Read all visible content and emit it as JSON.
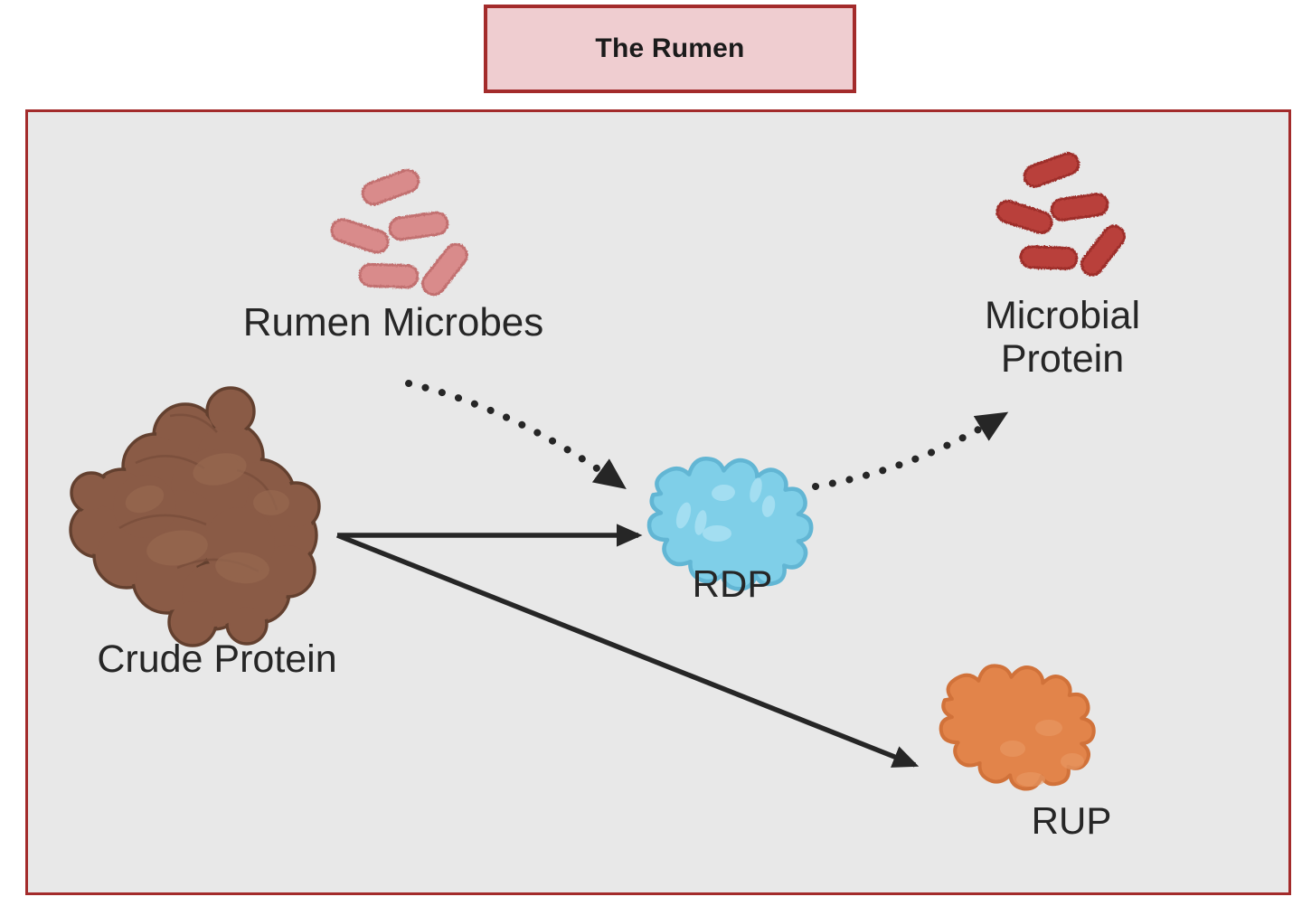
{
  "title": {
    "text": "The Rumen"
  },
  "panel": {
    "name": "rumen-compartment",
    "background_color": "#e8e8e8",
    "border_color": "#a32b2b"
  },
  "colors": {
    "title_fill": "#efcdd0",
    "title_border": "#a32b2b",
    "panel_fill": "#e8e8e8",
    "panel_border": "#a32b2b",
    "rumen_microbes": "#d98b8b",
    "rumen_microbes_outline": "#c06b6b",
    "microbial_protein": "#b93b36",
    "microbial_protein_outline": "#a32b2b",
    "crude_protein": "#8a5c46",
    "crude_protein_outline": "#6b4534",
    "rdp": "#7fcfe8",
    "rdp_outline": "#62b6d4",
    "rup": "#e2844a",
    "rup_outline": "#cf7038",
    "arrow": "#262626",
    "label_text": "#262626"
  },
  "nodes": [
    {
      "id": "rumen-microbes",
      "label": "Rumen Microbes",
      "icon": "bacteria-rods-icon",
      "color": "#d98b8b",
      "rod_count": 5
    },
    {
      "id": "crude-protein",
      "label": "Crude Protein",
      "icon": "protein-mass-icon",
      "color": "#8a5c46"
    },
    {
      "id": "rdp",
      "label": "RDP",
      "icon": "protein-blob-icon",
      "color": "#7fcfe8"
    },
    {
      "id": "microbial-protein",
      "label": "Microbial\nProtein",
      "icon": "bacteria-rods-icon",
      "color": "#b93b36",
      "rod_count": 5
    },
    {
      "id": "rup",
      "label": "RUP",
      "icon": "protein-blob-icon",
      "color": "#e2844a"
    }
  ],
  "edges": [
    {
      "id": "crude-protein-to-rdp",
      "from": "crude-protein",
      "to": "rdp",
      "style": "solid",
      "label": ""
    },
    {
      "id": "crude-protein-to-rup",
      "from": "crude-protein",
      "to": "rup",
      "style": "solid",
      "label": ""
    },
    {
      "id": "rumen-microbes-to-rdp",
      "from": "rumen-microbes",
      "to": "rdp",
      "style": "dotted",
      "label": ""
    },
    {
      "id": "rdp-to-microbial-protein",
      "from": "rdp",
      "to": "microbial-protein",
      "style": "dotted",
      "label": ""
    }
  ]
}
